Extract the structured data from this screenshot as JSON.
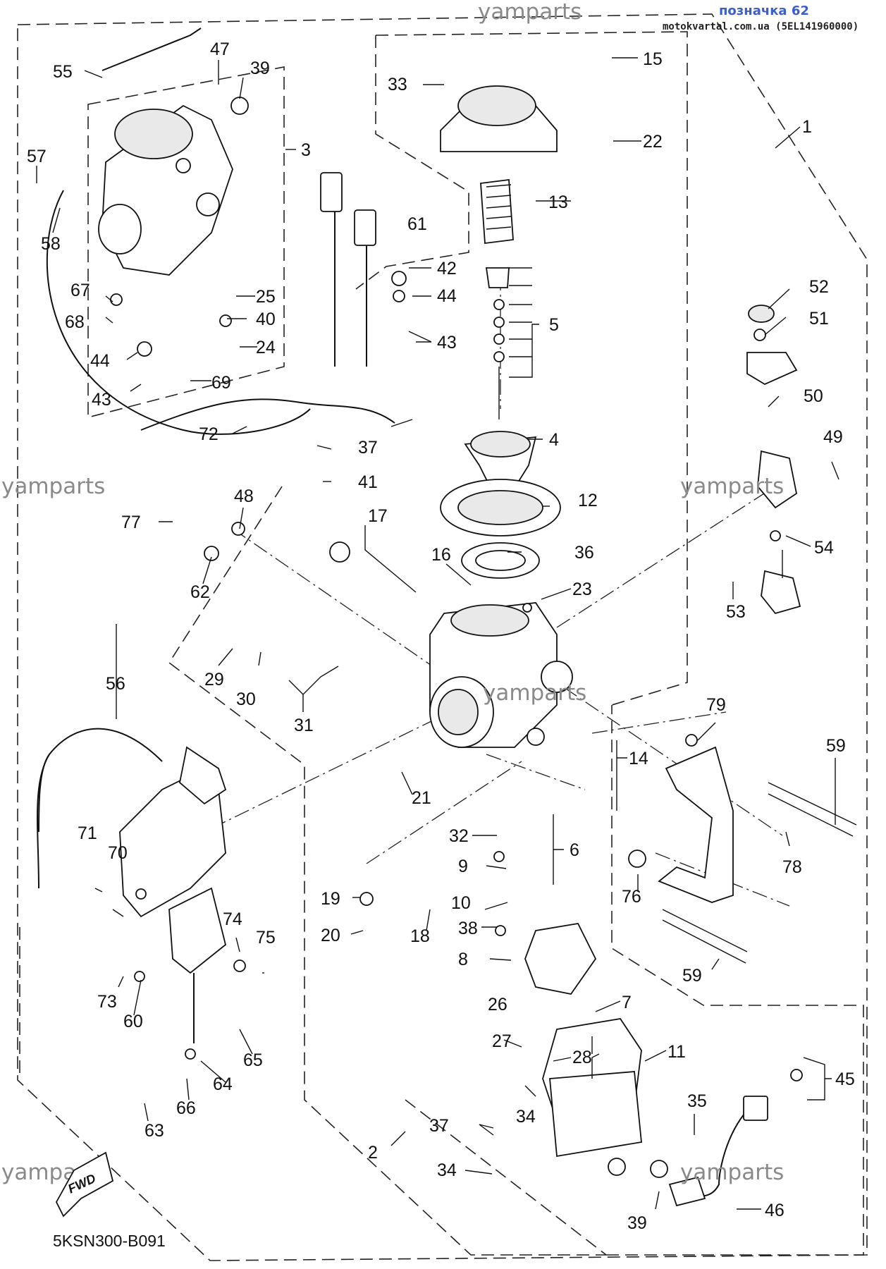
{
  "header": {
    "watermark_top": "yamparts",
    "label": "позначка 62",
    "source": "motokvartal.com.ua (5EL141960000)"
  },
  "watermarks": [
    "yamparts",
    "yamparts",
    "yamparts",
    "yamparts",
    "yamparts",
    "yamparts"
  ],
  "diagram_code": "5KSN300-B091",
  "fwd_label": "FWD",
  "callouts": [
    "1",
    "2",
    "3",
    "4",
    "5",
    "6",
    "7",
    "8",
    "9",
    "10",
    "11",
    "12",
    "13",
    "14",
    "15",
    "16",
    "17",
    "18",
    "19",
    "20",
    "21",
    "22",
    "23",
    "24",
    "25",
    "26",
    "27",
    "28",
    "29",
    "30",
    "31",
    "32",
    "33",
    "34",
    "34",
    "35",
    "36",
    "37",
    "37",
    "38",
    "39",
    "39",
    "40",
    "41",
    "42",
    "43",
    "43",
    "44",
    "44",
    "45",
    "46",
    "47",
    "48",
    "49",
    "50",
    "51",
    "52",
    "53",
    "54",
    "55",
    "56",
    "57",
    "58",
    "59",
    "59",
    "60",
    "61",
    "62",
    "63",
    "64",
    "65",
    "66",
    "67",
    "68",
    "69",
    "70",
    "71",
    "72",
    "73",
    "74",
    "75",
    "76",
    "77",
    "78",
    "79"
  ]
}
